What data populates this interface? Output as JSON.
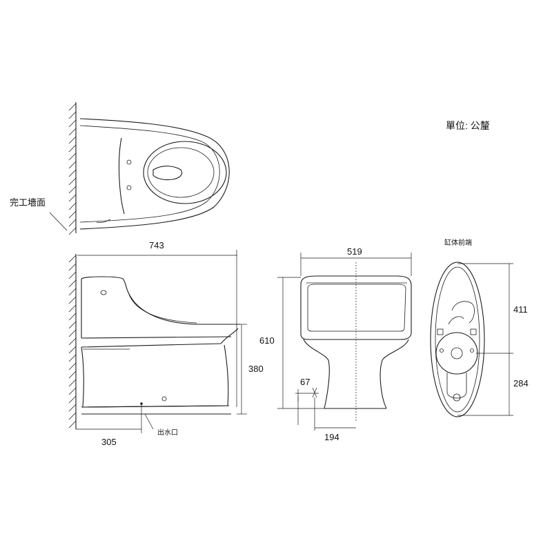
{
  "unit_label": "單位: 公釐",
  "wall_label": "完工墻面",
  "outlet_label": "出水口",
  "tank_front_label": "缸体前端",
  "dimensions": {
    "total_length": "743",
    "outlet_distance": "305",
    "seat_height": "380",
    "total_width": "519",
    "total_height": "610",
    "outlet_offset": "67",
    "base_width": "194",
    "top_section": "411",
    "bottom_section": "284"
  }
}
